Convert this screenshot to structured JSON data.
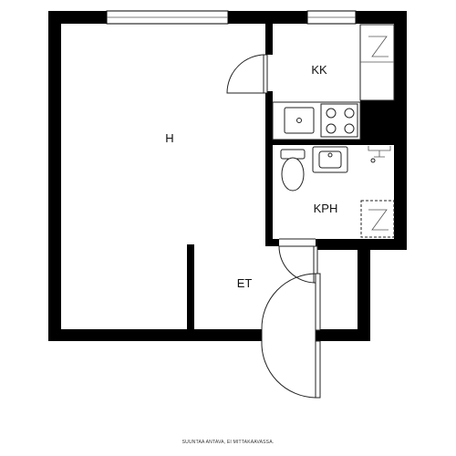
{
  "rooms": {
    "living": "H",
    "kitchen": "KK",
    "bathroom": "KPH",
    "entry": "ET"
  },
  "footer": {
    "note": "SUUNTAA ANTAVA, EI MITTAKAAVASSA."
  },
  "colors": {
    "wall": "#000000",
    "background": "#ffffff",
    "line": "#222222"
  }
}
